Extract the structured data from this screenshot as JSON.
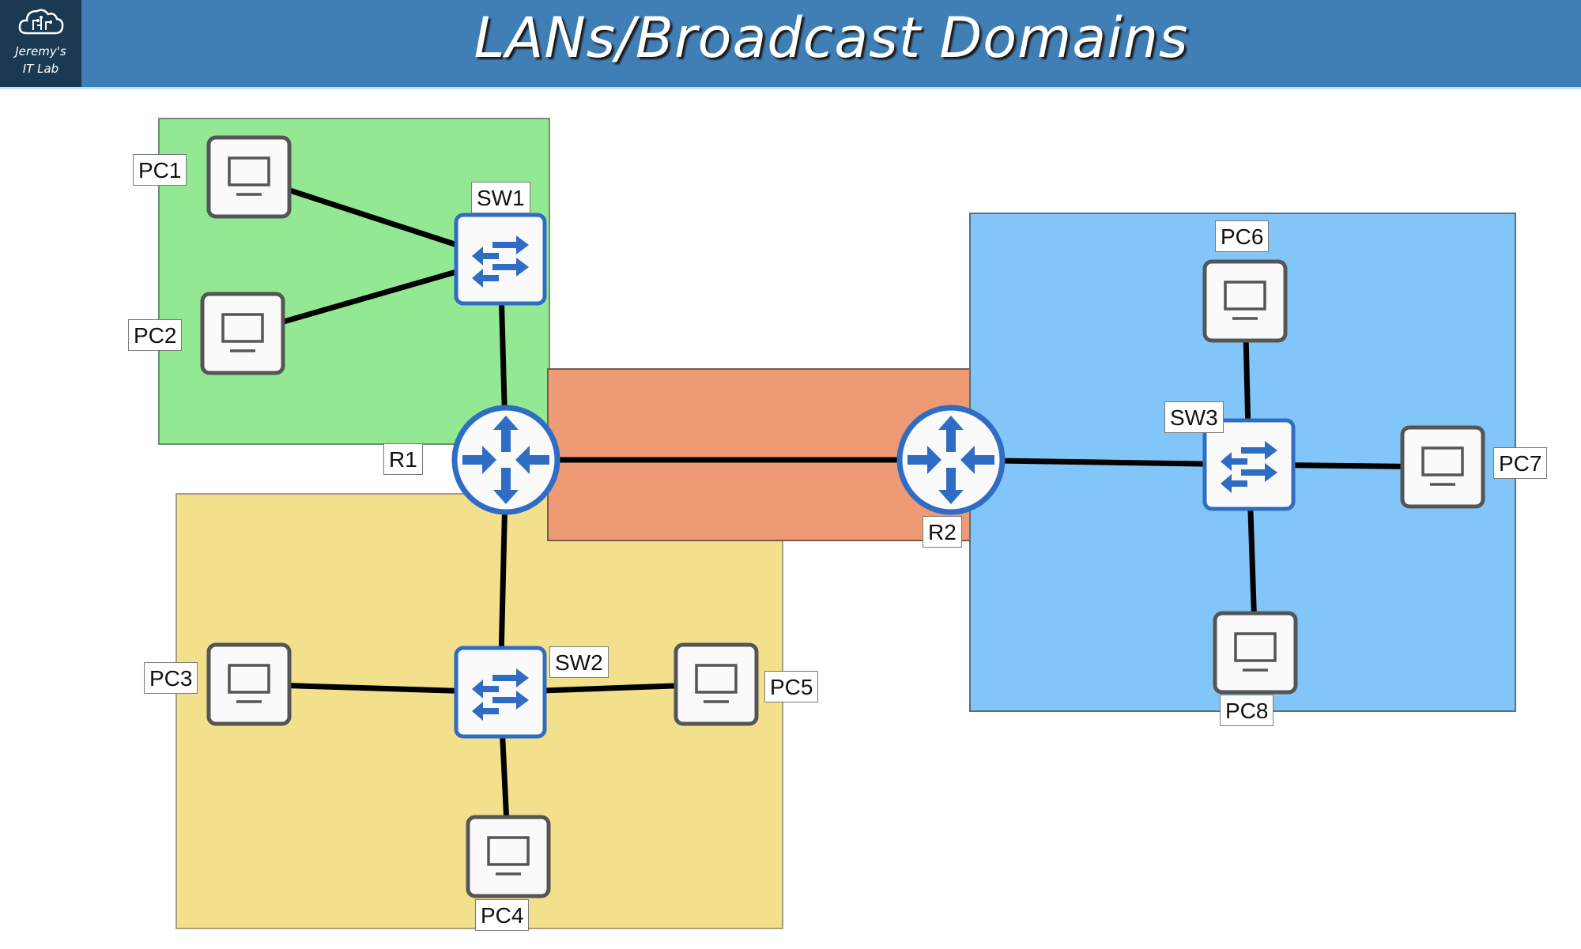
{
  "header": {
    "title": "LANs/Broadcast Domains",
    "logo_line1": "Jeremy's",
    "logo_line2": "IT Lab",
    "logo_icon": "cloud-circuit-icon"
  },
  "colors": {
    "header_bg": "#3f7fb6",
    "logo_bg": "#1b3a52",
    "domain_green": "#93e993",
    "domain_yellow": "#f2e08c",
    "domain_orange": "#ee9a74",
    "domain_blue": "#82c5f9",
    "device_blue": "#2f6dc4",
    "pc_border": "#555555"
  },
  "broadcast_domains": [
    {
      "name": "green-domain",
      "color": "#93e993",
      "members": [
        "PC1",
        "PC2",
        "SW1",
        "R1"
      ]
    },
    {
      "name": "yellow-domain",
      "color": "#f2e08c",
      "members": [
        "PC3",
        "PC4",
        "PC5",
        "SW2",
        "R1"
      ]
    },
    {
      "name": "orange-domain",
      "color": "#ee9a74",
      "members": [
        "R1",
        "R2"
      ]
    },
    {
      "name": "blue-domain",
      "color": "#82c5f9",
      "members": [
        "R2",
        "SW3",
        "PC6",
        "PC7",
        "PC8"
      ]
    }
  ],
  "devices": {
    "PC1": {
      "type": "pc",
      "label": "PC1"
    },
    "PC2": {
      "type": "pc",
      "label": "PC2"
    },
    "PC3": {
      "type": "pc",
      "label": "PC3"
    },
    "PC4": {
      "type": "pc",
      "label": "PC4"
    },
    "PC5": {
      "type": "pc",
      "label": "PC5"
    },
    "PC6": {
      "type": "pc",
      "label": "PC6"
    },
    "PC7": {
      "type": "pc",
      "label": "PC7"
    },
    "PC8": {
      "type": "pc",
      "label": "PC8"
    },
    "SW1": {
      "type": "switch",
      "label": "SW1"
    },
    "SW2": {
      "type": "switch",
      "label": "SW2"
    },
    "SW3": {
      "type": "switch",
      "label": "SW3"
    },
    "R1": {
      "type": "router",
      "label": "R1"
    },
    "R2": {
      "type": "router",
      "label": "R2"
    }
  },
  "links": [
    [
      "PC1",
      "SW1"
    ],
    [
      "PC2",
      "SW1"
    ],
    [
      "SW1",
      "R1"
    ],
    [
      "R1",
      "SW2"
    ],
    [
      "SW2",
      "PC3"
    ],
    [
      "SW2",
      "PC5"
    ],
    [
      "SW2",
      "PC4"
    ],
    [
      "R1",
      "R2"
    ],
    [
      "R2",
      "SW3"
    ],
    [
      "SW3",
      "PC6"
    ],
    [
      "SW3",
      "PC7"
    ],
    [
      "SW3",
      "PC8"
    ]
  ]
}
